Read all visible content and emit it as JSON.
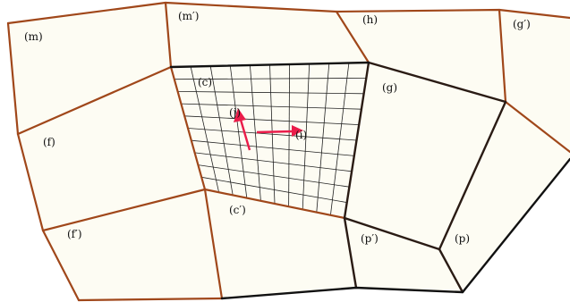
{
  "colors": {
    "cell_fill": "#fdfcf3",
    "brown_edge": "#a0471a",
    "dark_edge": "#2a1b14",
    "black_edge": "#111111",
    "vector_arrow": "#ea1c4a"
  },
  "labels": {
    "m": "(m)",
    "m_prime": "(m′)",
    "h": "(h)",
    "g_prime": "(g′)",
    "c": "(c)",
    "g": "(g)",
    "f": "(f)",
    "j": "(j)",
    "i": "(i)",
    "c_prime": "(c′)",
    "f_prime": "(f′)",
    "p_prime": "(p′)",
    "p": "(p)"
  }
}
